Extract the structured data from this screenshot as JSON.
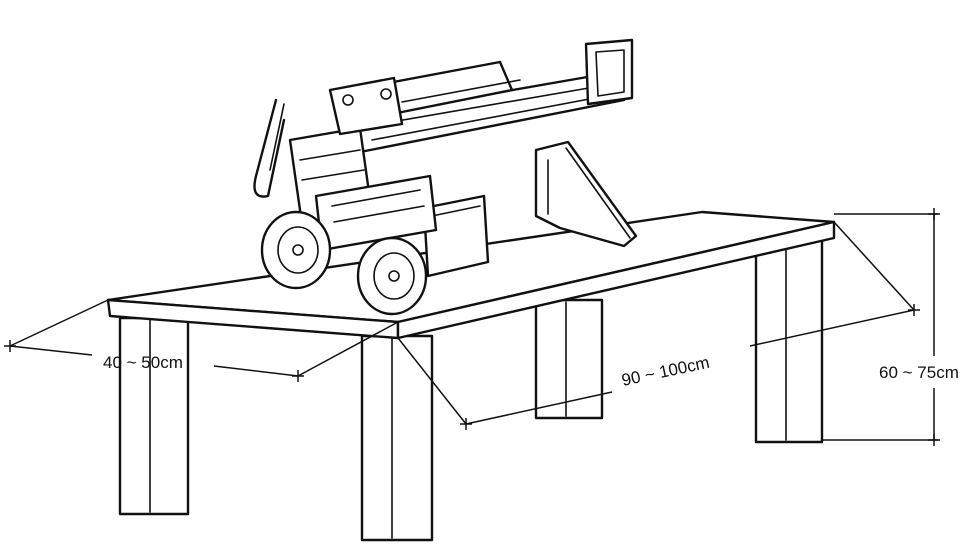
{
  "dimensions": {
    "depth": "40 ~ 50cm",
    "length": "90 ~ 100cm",
    "height": "60 ~ 75cm"
  },
  "icons": {
    "machine": "log-splitter-icon",
    "table": "workbench"
  }
}
